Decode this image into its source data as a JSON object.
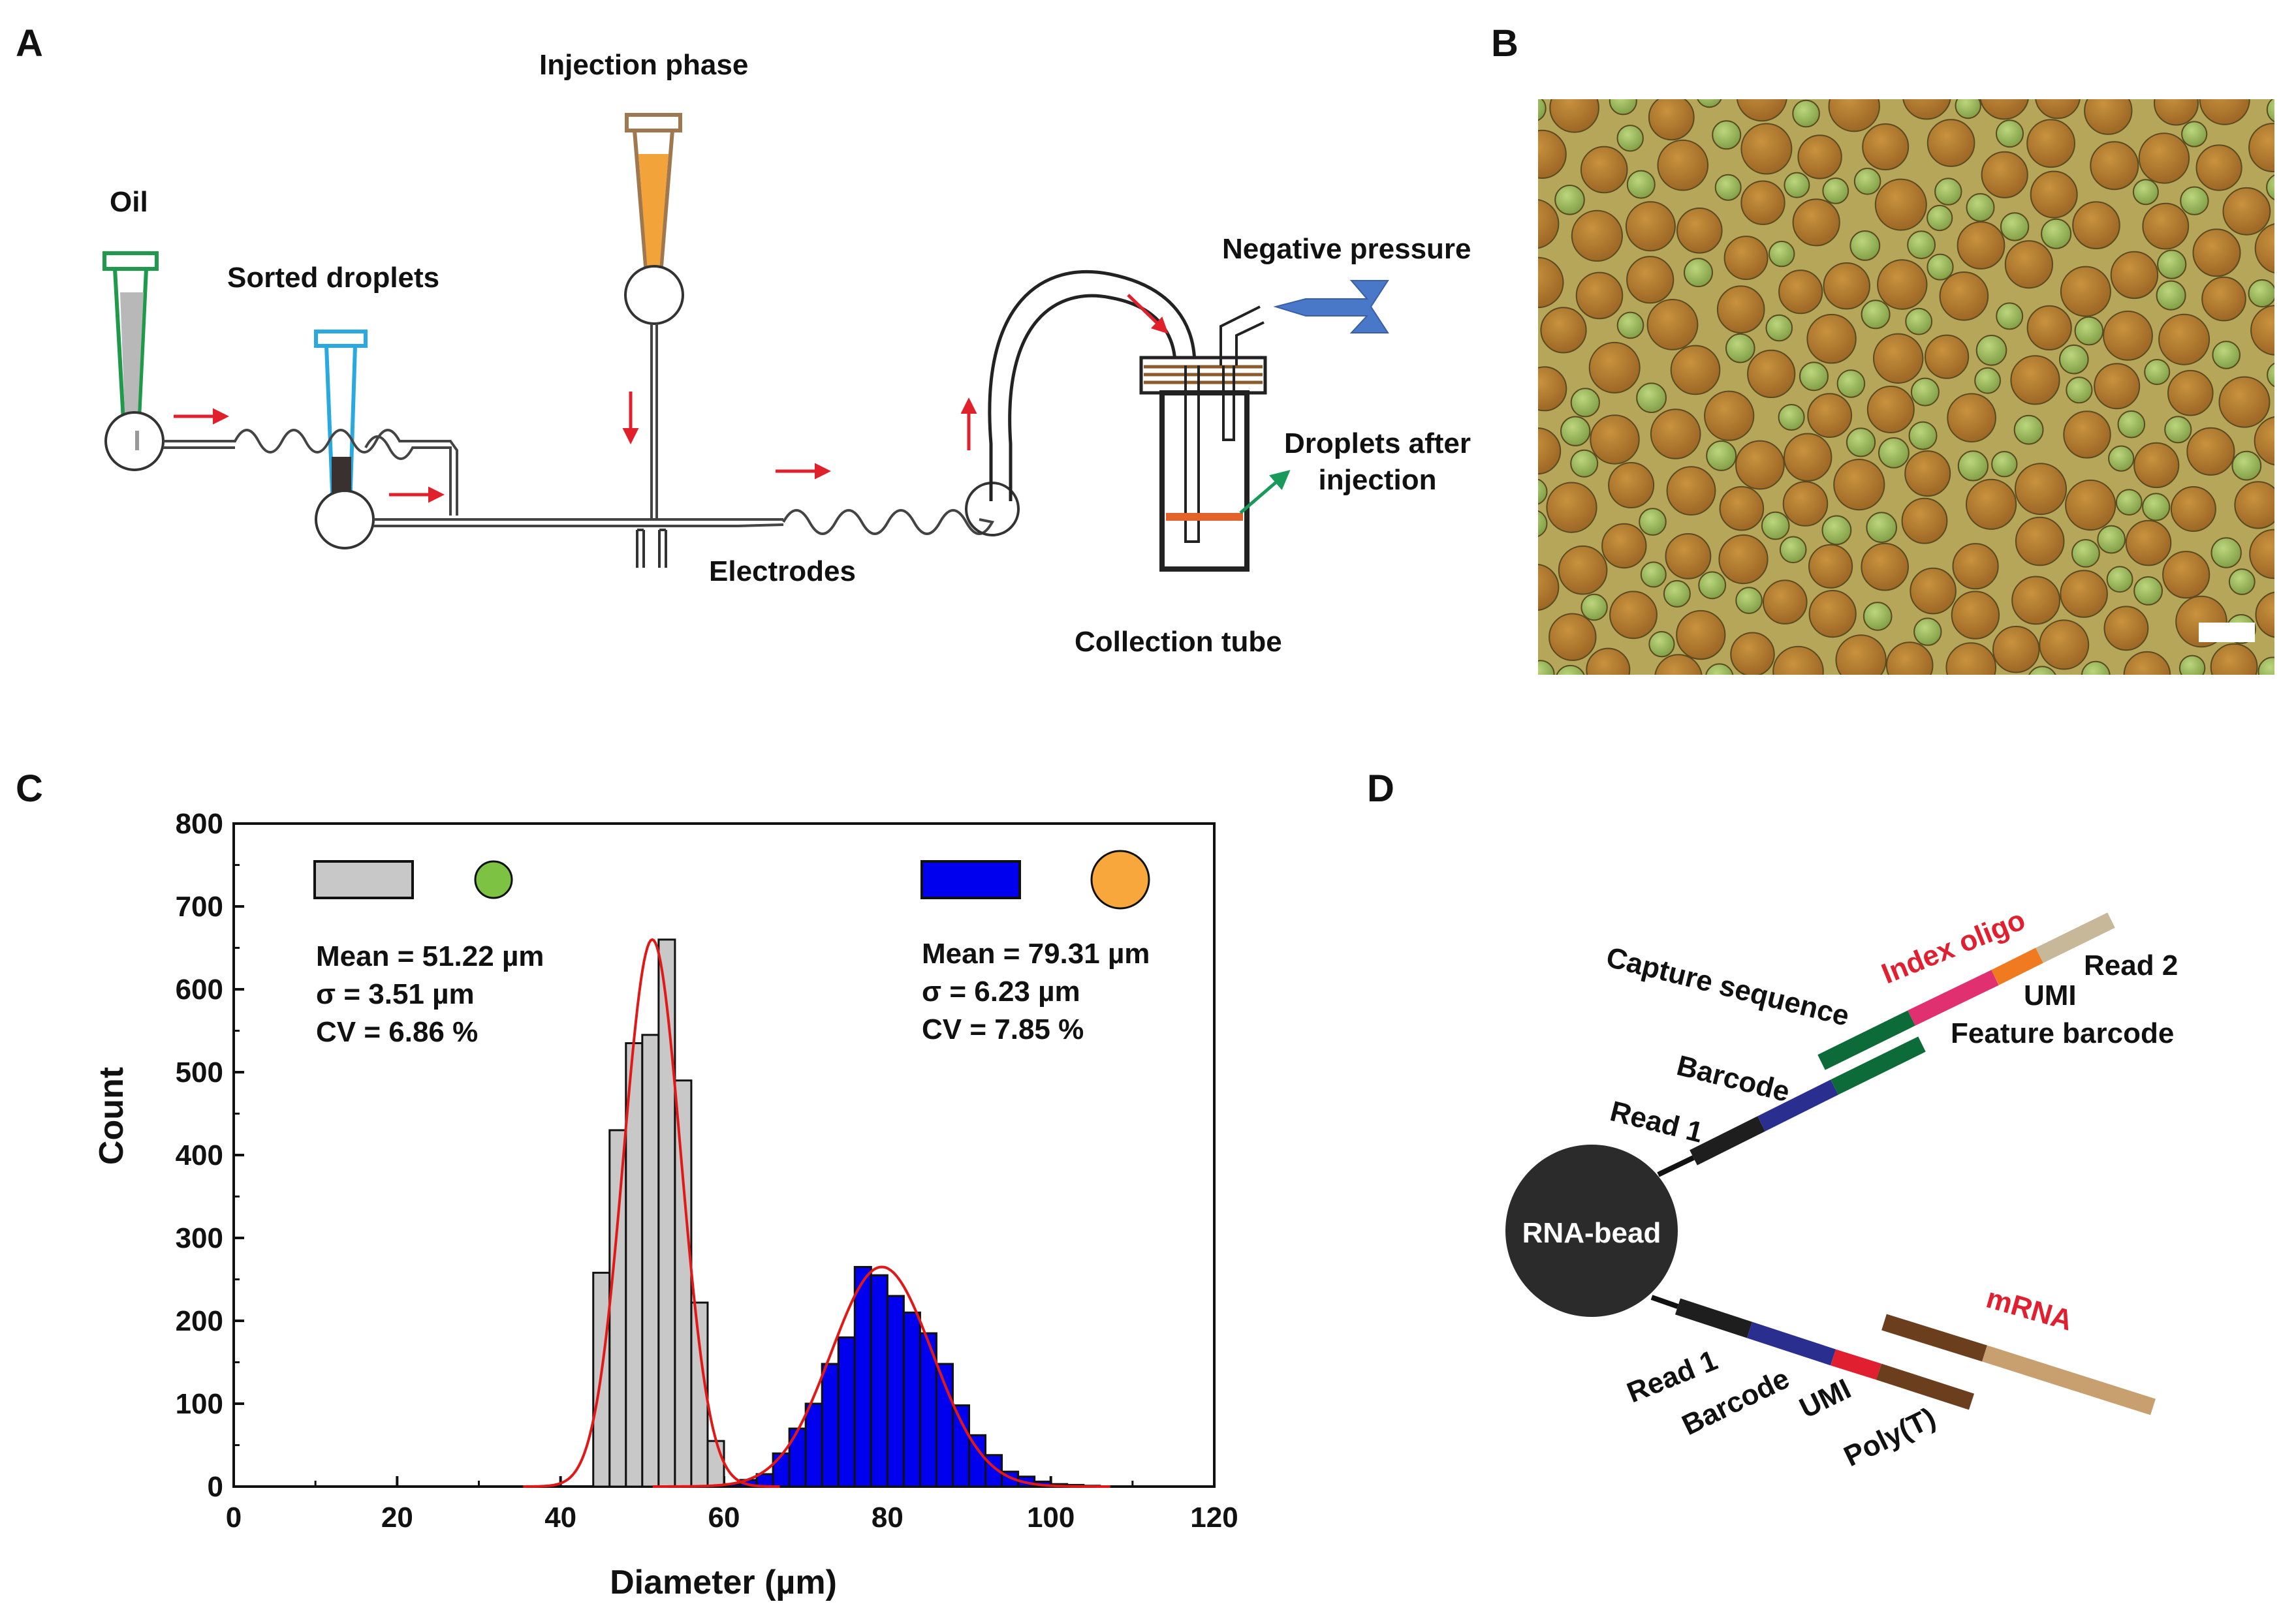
{
  "panels": {
    "a": {
      "letter": "A",
      "labels": {
        "oil": "Oil",
        "sorted_droplets": "Sorted droplets",
        "injection_phase": "Injection phase",
        "electrodes": "Electrodes",
        "negative_pressure": "Negative pressure",
        "droplets_after_1": "Droplets after",
        "droplets_after_2": "injection",
        "collection_tube": "Collection tube"
      },
      "colors": {
        "oil_tube": "#1f9a4b",
        "sorted_tube": "#2aa9e0",
        "injection_tube": "#a07850",
        "injection_liquid": "#f2a33a",
        "flow_arrow": "#e0202a",
        "pressure_arrow": "#4a78c8",
        "droplet_arrow": "#1a9a5a",
        "droplet_layer": "#e2642a"
      }
    },
    "b": {
      "letter": "B",
      "colors": {
        "small_droplet": "#9ab85a",
        "large_droplet": "#b07a30",
        "background": "#b5a65a"
      }
    },
    "c": {
      "letter": "C",
      "left_stats": [
        "Mean = 51.22 µm",
        "σ = 3.51 µm",
        "CV = 6.86 %"
      ],
      "right_stats": [
        "Mean = 79.31 µm",
        "σ = 6.23 µm",
        "CV = 7.85 %"
      ],
      "legend_colors": {
        "grey_bar": "#c8c8c8",
        "green_dot": "#7dc242",
        "blue_bar": "#0000ee",
        "orange_dot": "#f7a73b"
      }
    },
    "d": {
      "letter": "D",
      "bead_label": "RNA-bead",
      "upper_labels": {
        "read1": "Read 1",
        "barcode": "Barcode",
        "capture": "Capture sequence",
        "index_oligo": "Index oligo",
        "read2": "Read 2",
        "umi": "UMI",
        "feature_barcode": "Feature barcode"
      },
      "lower_labels": {
        "read1": "Read 1",
        "barcode": "Barcode",
        "umi": "UMI",
        "polyt": "Poly(T)",
        "mrna": "mRNA"
      },
      "colors": {
        "bead": "#2b2b2b",
        "read1": "#1e1e1e",
        "barcode": "#2a2f8f",
        "capture": "#0d6b3a",
        "index_oligo": "#e03050",
        "feature_barcode": "#e03070",
        "umi_upper": "#f07a20",
        "read2": "#c8b89a",
        "umi_lower": "#e02030",
        "polyt": "#6b3e1e",
        "mrna": "#c8a070",
        "red_label": "#e02030"
      }
    }
  },
  "chart_data": {
    "type": "bar",
    "title": "",
    "xlabel": "Diameter (µm)",
    "ylabel": "Count",
    "xlim": [
      0,
      120
    ],
    "ylim": [
      0,
      800
    ],
    "xticks": [
      0,
      20,
      40,
      60,
      80,
      100,
      120
    ],
    "yticks": [
      0,
      100,
      200,
      300,
      400,
      500,
      600,
      700,
      800
    ],
    "bin_width": 2,
    "series": [
      {
        "color": "#c8c8c8",
        "bins": [
          [
            44,
            258
          ],
          [
            46,
            430
          ],
          [
            48,
            535
          ],
          [
            50,
            545
          ],
          [
            52,
            660
          ],
          [
            54,
            490
          ],
          [
            56,
            222
          ],
          [
            58,
            55
          ]
        ],
        "fit": {
          "mean": 51.22,
          "sigma": 3.51,
          "peak": 660
        }
      },
      {
        "color": "#0000ee",
        "bins": [
          [
            60,
            3
          ],
          [
            62,
            8
          ],
          [
            64,
            15
          ],
          [
            66,
            40
          ],
          [
            68,
            70
          ],
          [
            70,
            100
          ],
          [
            72,
            148
          ],
          [
            74,
            180
          ],
          [
            76,
            265
          ],
          [
            78,
            255
          ],
          [
            80,
            230
          ],
          [
            82,
            210
          ],
          [
            84,
            185
          ],
          [
            86,
            148
          ],
          [
            88,
            98
          ],
          [
            90,
            62
          ],
          [
            92,
            38
          ],
          [
            94,
            18
          ],
          [
            96,
            12
          ],
          [
            98,
            6
          ],
          [
            100,
            3
          ],
          [
            102,
            2
          ],
          [
            104,
            1
          ]
        ],
        "fit": {
          "mean": 79.31,
          "sigma": 6.23,
          "peak": 265
        }
      }
    ]
  }
}
